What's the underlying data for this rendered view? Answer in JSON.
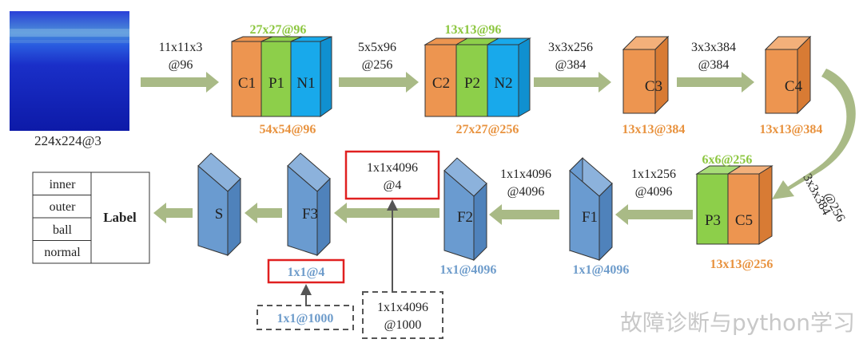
{
  "colors": {
    "orange": "#ED9550",
    "orange_label": "#E8923E",
    "green": "#8DCF4A",
    "green_label": "#8CC63F",
    "cyan": "#18A9EB",
    "blue": "#6A9BD0",
    "blue_label": "#6E9CCB",
    "arrow": "#A9BA86",
    "red_box": "#E02020"
  },
  "input": {
    "size_label": "224x224@3"
  },
  "layers": {
    "c1": "C1",
    "p1": "P1",
    "n1": "N1",
    "c2": "C2",
    "p2": "P2",
    "n2": "N2",
    "c3": "C3",
    "c4": "C4",
    "p3": "P3",
    "c5": "C5",
    "f1": "F1",
    "f2": "F2",
    "f3": "F3",
    "s": "S"
  },
  "dims": {
    "block1_top": "27x27@96",
    "block1_bottom": "54x54@96",
    "block2_top": "13x13@96",
    "block2_bottom": "27x27@256",
    "c3_bottom": "13x13@384",
    "c4_bottom": "13x13@384",
    "block5_top": "6x6@256",
    "block5_bottom": "13x13@256",
    "f1_bottom": "1x1@4096",
    "f2_bottom": "1x1@4096",
    "f3_out": "1x1@4",
    "f3_original": "1x1@1000"
  },
  "kernels": {
    "k1_line1": "11x11x3",
    "k1_line2": "@96",
    "k2_line1": "5x5x96",
    "k2_line2": "@256",
    "k3_line1": "3x3x256",
    "k3_line2": "@384",
    "k4_line1": "3x3x384",
    "k4_line2": "@384",
    "k5_line1": "3x3x384",
    "k5_line2": "@256",
    "k6_line1": "1x1x256",
    "k6_line2": "@4096",
    "k7_line1": "1x1x4096",
    "k7_line2": "@4096",
    "k8_line1": "1x1x4096",
    "k8_line2": "@4",
    "k8_orig_line1": "1x1x4096",
    "k8_orig_line2": "@1000"
  },
  "output": {
    "classes": [
      "inner",
      "outer",
      "ball",
      "normal"
    ],
    "label": "Label"
  },
  "watermark": "故障诊断与python学习"
}
